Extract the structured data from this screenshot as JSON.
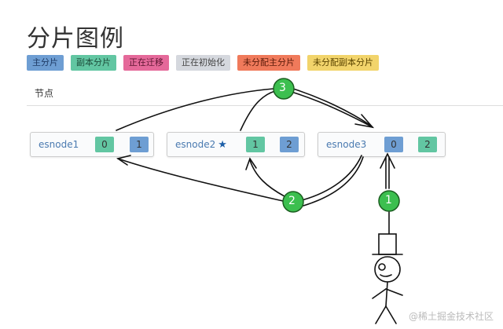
{
  "title": "分片图例",
  "legend": [
    {
      "label": "主分片",
      "color": "#6e9ed3",
      "text": "#1f3b66"
    },
    {
      "label": "副本分片",
      "color": "#62c6a2",
      "text": "#1d4d3b"
    },
    {
      "label": "正在迁移",
      "color": "#e5699a",
      "text": "#5a1530"
    },
    {
      "label": "正在初始化",
      "color": "#d5d8de",
      "text": "#444"
    },
    {
      "label": "未分配主分片",
      "color": "#f07a5b",
      "text": "#5a1a0a"
    },
    {
      "label": "未分配副本分片",
      "color": "#f2d46b",
      "text": "#5a4400"
    }
  ],
  "section": "节点",
  "nodes": [
    {
      "name": "esnode1",
      "shards": [
        "0",
        "1"
      ]
    },
    {
      "name": "esnode2",
      "shards": [
        "1",
        "2"
      ],
      "master_icon": "star-icon"
    },
    {
      "name": "esnode3",
      "shards": [
        "0",
        "2"
      ]
    }
  ],
  "steps": [
    "1",
    "2",
    "3"
  ],
  "watermark": "@稀土掘金技术社区"
}
